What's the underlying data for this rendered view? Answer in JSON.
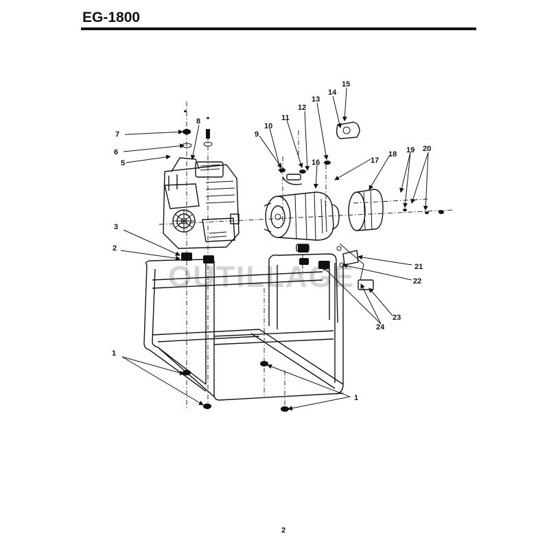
{
  "header": {
    "title": "EG-1800"
  },
  "footer": {
    "page_number": "2"
  },
  "watermark": {
    "text": "OUTILLAGE"
  },
  "callouts": [
    "1",
    "2",
    "3",
    "5",
    "6",
    "7",
    "8",
    "9",
    "10",
    "11",
    "12",
    "13",
    "14",
    "15",
    "16",
    "17",
    "18",
    "19",
    "20",
    "21",
    "22",
    "23",
    "24",
    "1"
  ],
  "colors": {
    "ink": "#111111",
    "watermark": "#d4d4d4"
  }
}
